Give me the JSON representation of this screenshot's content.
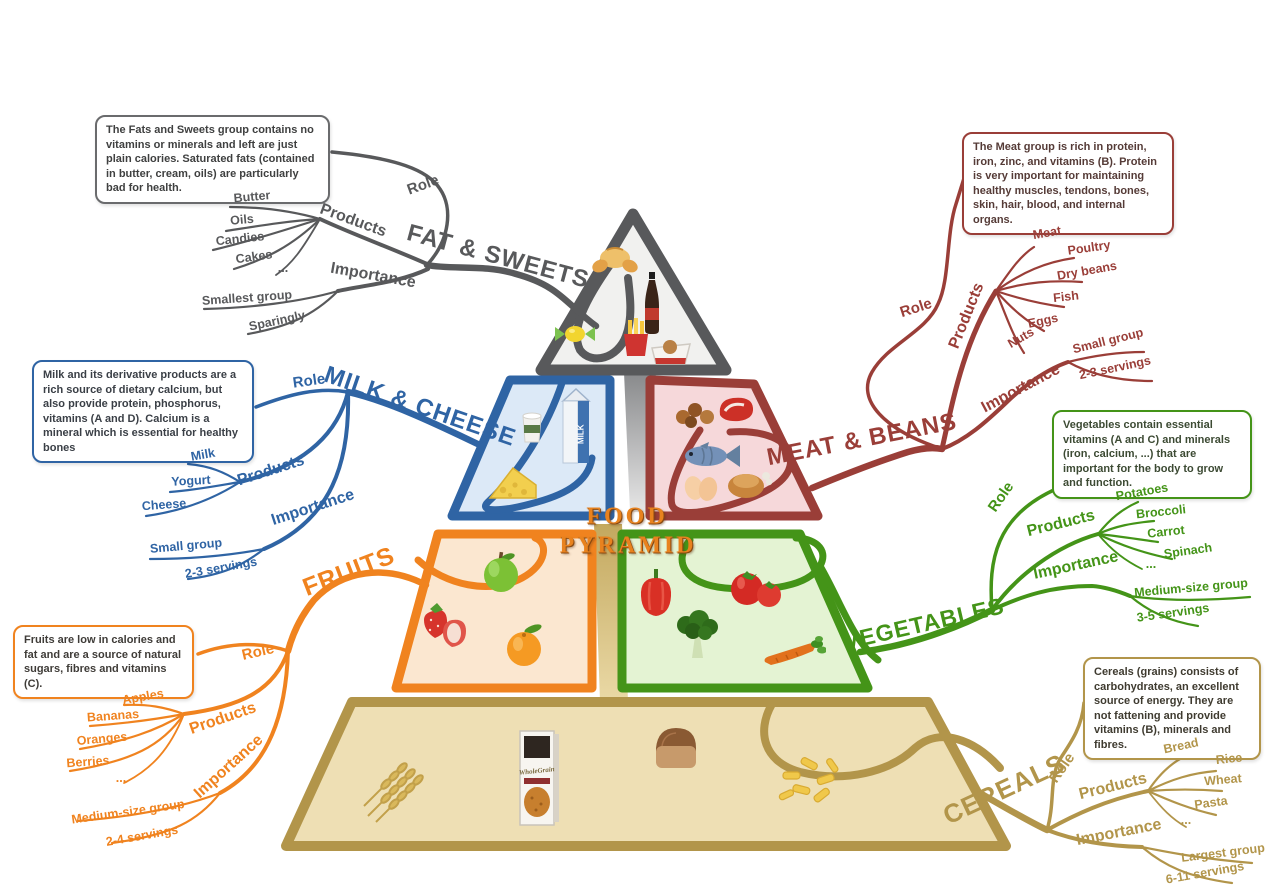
{
  "title": {
    "line1": "FOOD",
    "line2": "PYRAMID"
  },
  "labels": {
    "role": "Role",
    "products": "Products",
    "importance": "Importance"
  },
  "groups": {
    "fat_sweets": {
      "name": "FAT & SWEETS",
      "color": "#58595b",
      "note": "The Fats and Sweets group contains no vitamins or minerals and left are just plain calories. Saturated fats (contained in butter, cream, oils) are particularly bad for health.",
      "products": [
        "Butter",
        "Oils",
        "Candies",
        "Cakes",
        "..."
      ],
      "importance": [
        "Smallest group",
        "Sparingly"
      ]
    },
    "milk_cheese": {
      "name": "MILK & CHEESE",
      "color": "#2f64a4",
      "note": "Milk and its derivative products are a rich source of dietary calcium, but also provide protein, phosphorus, vitamins (A and D). Calcium is a mineral which is essential for healthy bones",
      "products": [
        "Milk",
        "Yogurt",
        "Cheese"
      ],
      "importance": [
        "Small group",
        "2-3 servings"
      ]
    },
    "meat_beans": {
      "name": "MEAT & BEANS",
      "color": "#9a3e38",
      "note": "The Meat group is rich in protein, iron, zinc, and vitamins (B). Protein is very important for maintaining healthy muscles, tendons, bones, skin, hair, blood, and internal organs.",
      "products": [
        "Meat",
        "Poultry",
        "Dry beans",
        "Fish",
        "Eggs",
        "Nuts"
      ],
      "importance": [
        "Small group",
        "2-3 servings"
      ]
    },
    "fruits": {
      "name": "FRUITS",
      "color": "#f0831f",
      "note": "Fruits are low in calories and fat and are a source of natural sugars, fibres and vitamins (C).",
      "products": [
        "Apples",
        "Bananas",
        "Oranges",
        "Berries",
        "..."
      ],
      "importance": [
        "Medium-size group",
        "2-4 servings"
      ]
    },
    "vegetables": {
      "name": "VEGETABLES",
      "color": "#449418",
      "note": "Vegetables contain essential vitamins (A and C) and minerals (iron, calcium, ...) that are important for the body to grow and function.",
      "products": [
        "Potatoes",
        "Broccoli",
        "Carrot",
        "Spinach",
        "..."
      ],
      "importance": [
        "Medium-size group",
        "3-5 servings"
      ]
    },
    "cereals": {
      "name": "CEREALS",
      "color": "#b2954a",
      "note": "Cereals (grains) consists of carbohydrates, an excellent source of energy. They are not fattening and provide vitamins (B), minerals and fibres.",
      "products": [
        "Bread",
        "Rice",
        "Wheat",
        "Pasta",
        "..."
      ],
      "importance": [
        "Largest group",
        "6-11 servings"
      ]
    }
  },
  "pyramid": {
    "milk_carton_text": "MILK",
    "grain_box_text": "WholeGrain",
    "foods": {
      "fat_sweets": [
        "croissant",
        "candy",
        "soda-bottle",
        "fries",
        "burger"
      ],
      "milk_cheese": [
        "yogurt",
        "milk-carton",
        "cheese"
      ],
      "meat_beans": [
        "nuts",
        "red-meat",
        "fish",
        "eggs",
        "poultry"
      ],
      "fruits": [
        "apple",
        "strawberries",
        "orange"
      ],
      "vegetables": [
        "bell-pepper",
        "tomatoes",
        "broccoli",
        "carrot"
      ],
      "cereals": [
        "wheat",
        "whole-grain-box",
        "bread",
        "pasta"
      ]
    }
  }
}
